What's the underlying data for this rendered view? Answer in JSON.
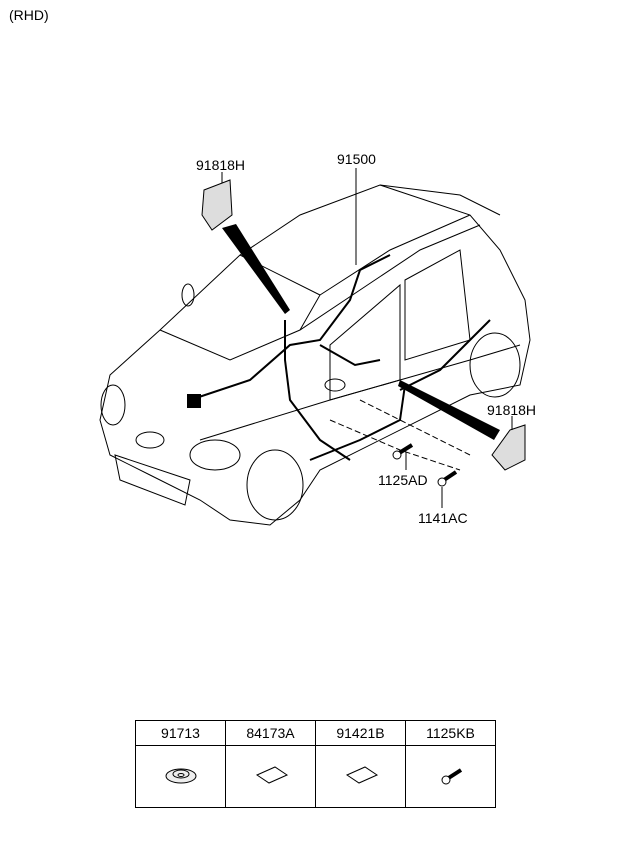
{
  "header": {
    "variant": "(RHD)"
  },
  "callouts": {
    "grommet_left": "91818H",
    "main_harness": "91500",
    "grommet_right": "91818H",
    "bolt_a": "1125AD",
    "bolt_b": "1141AC"
  },
  "parts_table": {
    "columns": [
      {
        "part_no": "91713",
        "icon": "grommet-icon"
      },
      {
        "part_no": "84173A",
        "icon": "pad-icon"
      },
      {
        "part_no": "91421B",
        "icon": "pad-icon"
      },
      {
        "part_no": "1125KB",
        "icon": "bolt-icon"
      }
    ]
  }
}
